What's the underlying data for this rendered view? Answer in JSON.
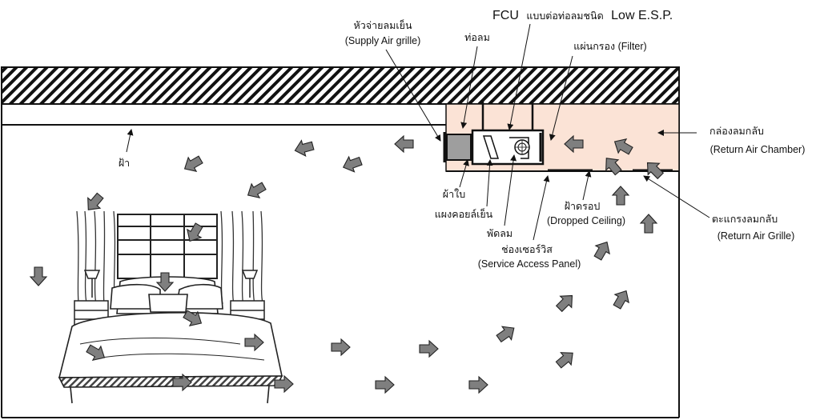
{
  "title": {
    "prefix": "FCU",
    "thai": "แบบต่อท่อลมชนิด",
    "suffix": "Low E.S.P."
  },
  "labels": {
    "supply_grille_th": "หัวจ่ายลมเย็น",
    "supply_grille_en": "(Supply Air grille)",
    "duct": "ท่อลม",
    "filter": "แผ่นกรอง (Filter)",
    "ceiling": "ฝ้า",
    "return_chamber_th": "กล่องลมกลับ",
    "return_chamber_en": "(Return Air Chamber)",
    "blade": "ผ้าใบ",
    "cooling_coil": "แผงคอยล์เย็น",
    "fan": "พัดลม",
    "dropped_ceiling_th": "ฝ้าดรอป",
    "dropped_ceiling_en": "(Dropped Ceiling)",
    "service_panel_th": "ช่องเซอร์วิส",
    "service_panel_en": "(Service Access Panel)",
    "return_grille_th": "ตะแกรงลมกลับ",
    "return_grille_en": "(Return Air Grille)"
  },
  "colors": {
    "chamber_fill": "#fbe3d6",
    "flow_arrow": "#7f7f7f",
    "line": "#111111",
    "grille_fill": "#9e9e9e"
  },
  "icons": {
    "bed": "bed-illustration",
    "window": "window-with-curtains",
    "lamp": "bedside-lamp",
    "fan": "blower-fan-icon",
    "flow": "airflow-arrow-icon"
  }
}
